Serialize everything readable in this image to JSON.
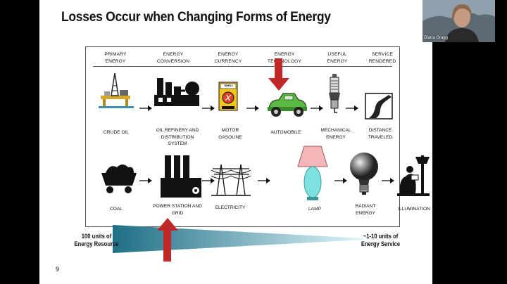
{
  "slide": {
    "title": "Losses Occur when Changing Forms of Energy",
    "number": "9"
  },
  "headers": [
    {
      "line1": "PRIMARY",
      "line2": "ENERGY"
    },
    {
      "line1": "ENERGY",
      "line2": "CONVERSION"
    },
    {
      "line1": "ENERGY",
      "line2": "CURRENCY"
    },
    {
      "line1": "ENERGY",
      "line2": "TECHNOLOGY"
    },
    {
      "line1": "USEFUL",
      "line2": "ENERGY"
    },
    {
      "line1": "SERVICE",
      "line2": "RENDERED"
    }
  ],
  "row1": [
    {
      "label": "CRUDE OIL",
      "icon": "oil-rig-icon"
    },
    {
      "label": "OIL REFINERY AND DISTRIBUTION SYSTEM",
      "icon": "refinery-icon"
    },
    {
      "label": "MOTOR GASOLINE",
      "icon": "gas-pump-icon"
    },
    {
      "label": "AUTOMOBILE",
      "icon": "car-icon"
    },
    {
      "label": "MECHANICAL ENERGY",
      "icon": "spark-plug-icon"
    },
    {
      "label": "DISTANCE TRAVELED",
      "icon": "road-icon"
    }
  ],
  "row2": [
    {
      "label": "COAL",
      "icon": "coal-cart-icon"
    },
    {
      "label": "POWER STATION AND GRID",
      "icon": "power-station-icon"
    },
    {
      "label": "ELECTRICITY",
      "icon": "power-lines-icon"
    },
    {
      "label": "LAMP",
      "icon": "lamp-icon"
    },
    {
      "label": "RADIANT ENERGY",
      "icon": "light-bulb-icon"
    },
    {
      "label": "ILLUMINATION",
      "icon": "reading-person-icon"
    }
  ],
  "pump_sign": "SHELL",
  "left_note": {
    "line1": "100 units of",
    "line2": "Energy Resource"
  },
  "right_note": {
    "line1": "~1-10 units of",
    "line2": "Energy Service"
  },
  "webcam": {
    "name": "Diana Gragg"
  },
  "colors": {
    "arrow_red": "#c0282a",
    "wedge_dark": "#1e6f86",
    "wedge_light": "#dff3f8",
    "car_green": "#5bb843",
    "lamp_shade": "#f4b6b8",
    "lamp_base": "#7fe0e0"
  }
}
